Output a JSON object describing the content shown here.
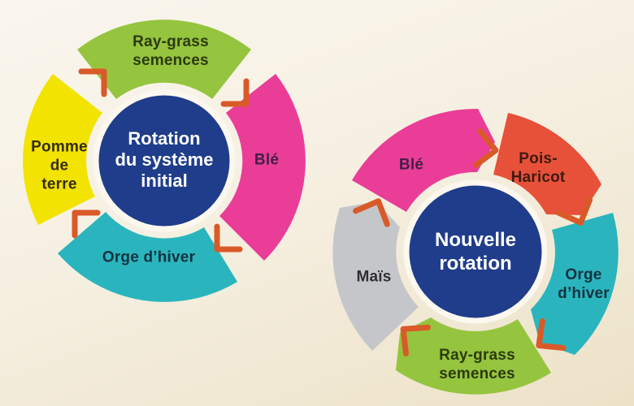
{
  "figure": {
    "description_type": "crop-rotation-cycle-diagrams",
    "colors": {
      "background_top": "#FAF6EE",
      "background_bottom": "#EDE2C8",
      "navy_circle": "#1F3D8A",
      "circle_ring": "#FCF8EF",
      "arrow_orange": "#D95A28",
      "green": "#95C43E",
      "pink": "#EA3D97",
      "yellow": "#F3E300",
      "teal": "#2AB5BE",
      "red": "#E7513A",
      "gray": "#C5C6CA"
    },
    "left_diagram": {
      "title_lines": [
        "Rotation",
        "du système",
        "initial"
      ],
      "segments": [
        {
          "id": "ray-grass",
          "label_lines": [
            "Ray-grass",
            "semences"
          ],
          "color": "#95C43E",
          "text_color": "#2C3A0F",
          "position": "top"
        },
        {
          "id": "ble",
          "label_lines": [
            "Blé"
          ],
          "color": "#EA3D97",
          "text_color": "#421F45",
          "position": "right"
        },
        {
          "id": "orge-hiver",
          "label_lines": [
            "Orge d’hiver"
          ],
          "color": "#2AB5BE",
          "text_color": "#14323E",
          "position": "bottom"
        },
        {
          "id": "pomme-de-terre",
          "label_lines": [
            "Pomme",
            "de",
            "terre"
          ],
          "color": "#F3E300",
          "text_color": "#342B15",
          "position": "left"
        }
      ]
    },
    "right_diagram": {
      "title_lines": [
        "Nouvelle",
        "rotation"
      ],
      "segments": [
        {
          "id": "ble",
          "label_lines": [
            "Blé"
          ],
          "color": "#EA3D97",
          "text_color": "#421F45",
          "position": "top-left"
        },
        {
          "id": "pois-haricot",
          "label_lines": [
            "Pois-",
            "Haricot"
          ],
          "color": "#E7513A",
          "text_color": "#3F1B10",
          "position": "top-right"
        },
        {
          "id": "orge-hiver",
          "label_lines": [
            "Orge",
            "d’hiver"
          ],
          "color": "#2AB5BE",
          "text_color": "#14323E",
          "position": "right"
        },
        {
          "id": "ray-grass",
          "label_lines": [
            "Ray-grass",
            "semences"
          ],
          "color": "#95C43E",
          "text_color": "#2C3A0F",
          "position": "bottom"
        },
        {
          "id": "mais",
          "label_lines": [
            "Maïs"
          ],
          "color": "#C5C6CA",
          "text_color": "#2F2F31",
          "position": "left"
        }
      ]
    }
  }
}
